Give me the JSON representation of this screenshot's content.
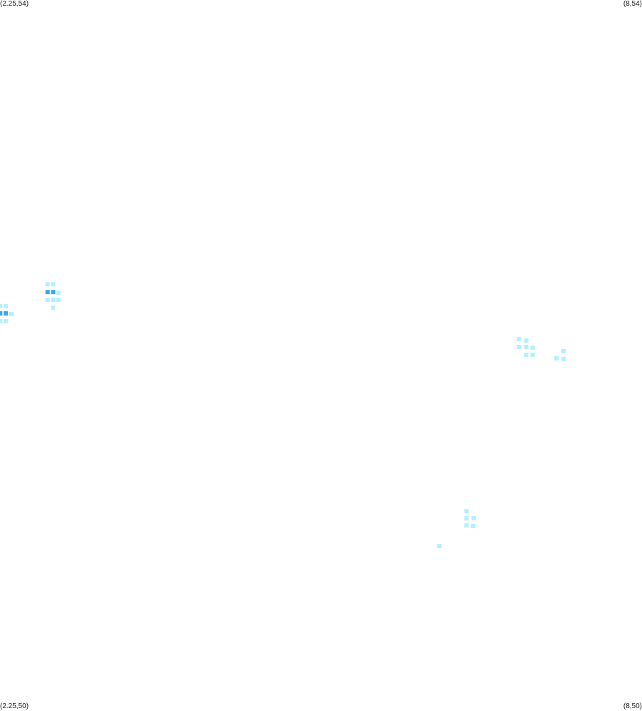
{
  "corners": {
    "top_left": "(2.25,54)",
    "top_right": "(8,54)",
    "bottom_left": "(2.25,50)",
    "bottom_right": "(8,50)"
  },
  "colors": {
    "background": "#ffffff",
    "low": "#b3f0ff",
    "high": "#38a8e8"
  },
  "chart_data": {
    "type": "heatmap",
    "xlim": [
      2.25,
      8
    ],
    "ylim": [
      50,
      54
    ],
    "grid": false,
    "points": [
      {
        "x": 2.676,
        "y": 52.401,
        "level": "low"
      },
      {
        "x": 2.726,
        "y": 52.401,
        "level": "low"
      },
      {
        "x": 2.676,
        "y": 52.357,
        "level": "high"
      },
      {
        "x": 2.726,
        "y": 52.357,
        "level": "high"
      },
      {
        "x": 2.772,
        "y": 52.353,
        "level": "low"
      },
      {
        "x": 2.676,
        "y": 52.313,
        "level": "low"
      },
      {
        "x": 2.726,
        "y": 52.313,
        "level": "low"
      },
      {
        "x": 2.772,
        "y": 52.313,
        "level": "low"
      },
      {
        "x": 2.726,
        "y": 52.269,
        "level": "low"
      },
      {
        "x": 2.252,
        "y": 52.277,
        "level": "low"
      },
      {
        "x": 2.302,
        "y": 52.277,
        "level": "low"
      },
      {
        "x": 2.252,
        "y": 52.237,
        "level": "high"
      },
      {
        "x": 2.302,
        "y": 52.237,
        "level": "high"
      },
      {
        "x": 2.352,
        "y": 52.233,
        "level": "low"
      },
      {
        "x": 2.252,
        "y": 52.193,
        "level": "low"
      },
      {
        "x": 2.302,
        "y": 52.193,
        "level": "low"
      },
      {
        "x": 6.9,
        "y": 52.092,
        "level": "low"
      },
      {
        "x": 6.963,
        "y": 52.084,
        "level": "low"
      },
      {
        "x": 6.9,
        "y": 52.048,
        "level": "low"
      },
      {
        "x": 6.963,
        "y": 52.048,
        "level": "low"
      },
      {
        "x": 7.02,
        "y": 52.044,
        "level": "low"
      },
      {
        "x": 6.963,
        "y": 52.004,
        "level": "low"
      },
      {
        "x": 7.02,
        "y": 52.004,
        "level": "low"
      },
      {
        "x": 7.298,
        "y": 52.024,
        "level": "low"
      },
      {
        "x": 7.234,
        "y": 51.984,
        "level": "low"
      },
      {
        "x": 7.298,
        "y": 51.98,
        "level": "low"
      },
      {
        "x": 6.428,
        "y": 51.124,
        "level": "low"
      },
      {
        "x": 6.428,
        "y": 51.084,
        "level": "low"
      },
      {
        "x": 6.492,
        "y": 51.084,
        "level": "low"
      },
      {
        "x": 6.428,
        "y": 51.044,
        "level": "low"
      },
      {
        "x": 6.485,
        "y": 51.04,
        "level": "low"
      },
      {
        "x": 6.185,
        "y": 50.928,
        "level": "low"
      }
    ]
  }
}
